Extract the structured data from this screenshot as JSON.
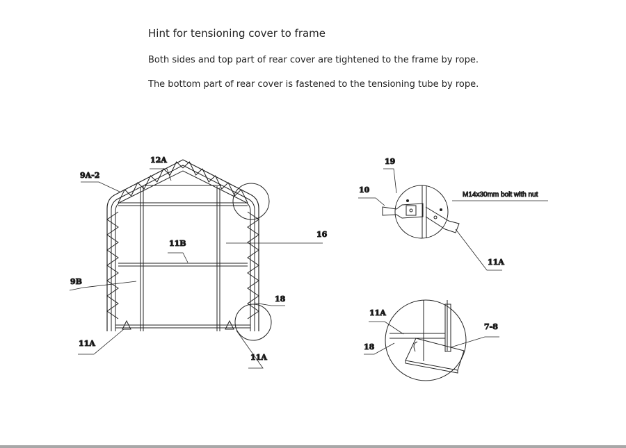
{
  "title": "Hint for tensioning cover to frame",
  "paragraphs": [
    "Both sides and top part of rear cover are tightened to the frame by rope.",
    "The bottom part of rear cover is fastened to the tensioning tube by rope."
  ],
  "front_view_labels": {
    "l12a": "12A",
    "l9a2": "9A-2",
    "l16": "16",
    "l11b": "11B",
    "l9b": "9B",
    "l18": "18",
    "l11a_left": "11A",
    "l11a_right": "11A"
  },
  "detail_top_labels": {
    "l19": "19",
    "l10": "10",
    "bolt": "M14x30mm bolt with nut",
    "l11a": "11A"
  },
  "detail_bottom_labels": {
    "l11a": "11A",
    "l18": "18",
    "l78": "7-8"
  }
}
